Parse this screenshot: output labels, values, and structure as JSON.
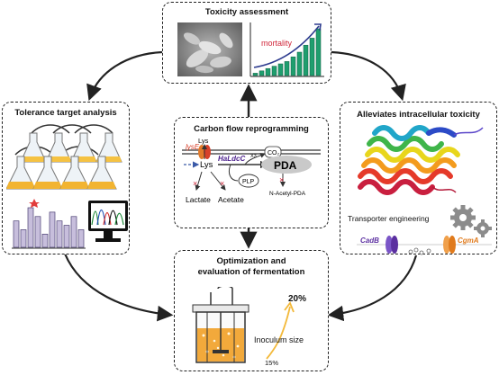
{
  "panels": {
    "toxicity": {
      "title": "Toxicity assessment",
      "mortality_label": "mortality",
      "bar_values": [
        1,
        2,
        3,
        4,
        5,
        6,
        8,
        10,
        13,
        16,
        20
      ]
    },
    "tolerance": {
      "title": "Tolerance target analysis",
      "bar_values": [
        6,
        4,
        9,
        7,
        3,
        8,
        6,
        5,
        7,
        4
      ]
    },
    "carbon": {
      "title": "Carbon flow reprogramming",
      "lys_top": "Lys",
      "lyse": "lysE",
      "lys_mid": "Lys",
      "enzyme": "HaLdcC",
      "enzyme_sup": "X3",
      "co2": "CO₂",
      "plp": "PLP",
      "product": "PDA",
      "lactate": "Lactate",
      "acetate": "Acetate",
      "acetyl": "N-Acetyl-PDA"
    },
    "alleviate": {
      "title": "Alleviates intracellular toxicity",
      "transporter_label": "Transporter engineering",
      "cadb": "CadB",
      "cgma": "CgmA"
    },
    "optimization": {
      "title_line1": "Optimization and",
      "title_line2": "evaluation of fermentation",
      "pct_high": "20%",
      "pct_low": "15%",
      "inoculum_label": "Inoculum size"
    }
  },
  "colors": {
    "dashed_border": "#222222",
    "lyse_red": "#d8412b",
    "enzyme_purple": "#4b1f8c",
    "bar_green": "#1f9e6e",
    "mortality_red": "#d0263a",
    "cadb_purple": "#5b2fa0",
    "cgma_orange": "#e07a1c",
    "broth_orange": "#f2a93b",
    "arrow_gold": "#f3b93a"
  }
}
